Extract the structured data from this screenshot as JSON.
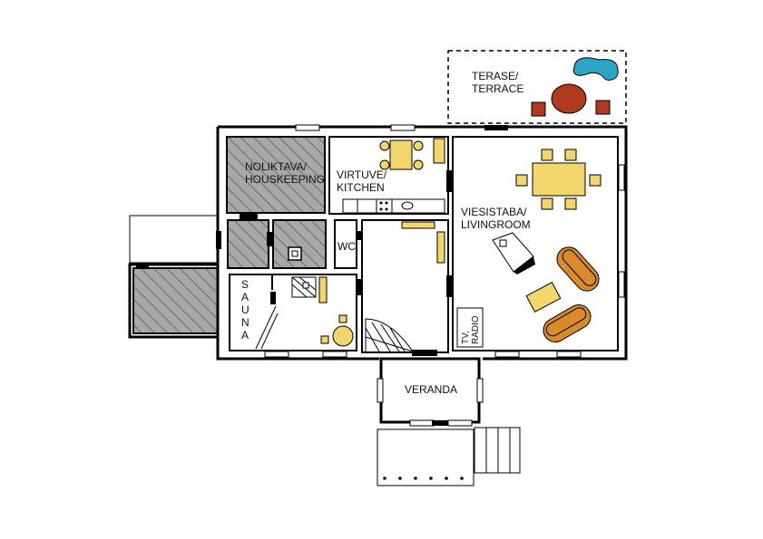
{
  "rooms": {
    "terrace": "TERASE/\nTERRACE",
    "housekeeping": "NOLIKTAVA/\nHOUSKEEPING",
    "kitchen": "VIRTUVE/\nKITCHEN",
    "livingroom": "VIESISTABA/\nLIVINGROOM",
    "wc": "WC",
    "sauna": "S\nA\nU\nN\nA",
    "veranda": "VERANDA",
    "tv_radio": "TV,\nRADIO"
  },
  "colors": {
    "furniture_yellow": "#f2d56b",
    "sofa_orange": "#d98a2b",
    "terrace_red": "#b03a1e",
    "pool_blue": "#2aa5c8",
    "hatch_gray": "#a8a8a8"
  },
  "icons": {
    "stairs": "stairs-icon",
    "stove": "stove-icon",
    "sink": "sink-icon",
    "tv": "tv-icon"
  }
}
